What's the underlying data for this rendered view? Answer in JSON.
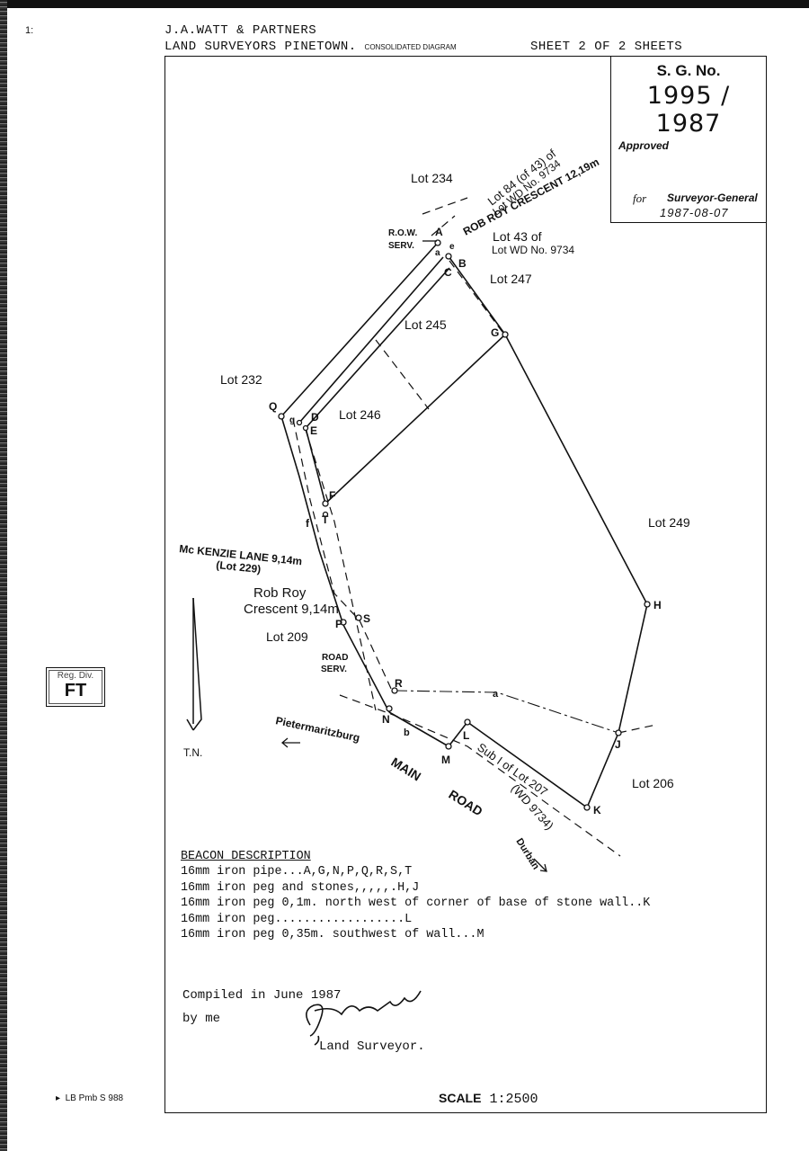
{
  "header": {
    "firm": "J.A.WATT & PARTNERS",
    "office": "LAND SURVEYORS  PINETOWN.",
    "diagram_type": "CONSOLIDATED DIAGRAM",
    "sheet": "SHEET 2 OF 2 SHEETS"
  },
  "sg_box": {
    "title": "S. G. No.",
    "number": "1995 / 1987",
    "approved": "Approved",
    "for": "for",
    "role": "Surveyor-General",
    "date": "1987-08-07"
  },
  "plan": {
    "lots": {
      "lot234": "Lot 234",
      "lot84": "Lot 84 (of 43) of",
      "lot84b": "Lot WD No. 9734",
      "crescent_top": "ROB ROY CRESCENT 12,19m",
      "lot43": "Lot 43 of",
      "lot43b": "Lot WD No. 9734",
      "lot247": "Lot 247",
      "lot245": "Lot 245",
      "lot232": "Lot 232",
      "lot246": "Lot 246",
      "lot249": "Lot 249",
      "lot209": "Lot 209",
      "lot206": "Lot 206",
      "mckenzie": "Mc KENZIE LANE 9,14m",
      "lot229": "(Lot 229)",
      "robroy1": "Rob Roy",
      "robroy2": "Crescent 9,14m",
      "row": "R.O.W.",
      "serv": "SERV.",
      "road": "ROAD",
      "road_serv": "SERV.",
      "pmb": "Pietermaritzburg",
      "main": "MAIN",
      "road_word": "ROAD",
      "sub": "Sub I of Lot 207",
      "wd": "(WD 9734)",
      "durban": "Durban",
      "tn": "T.N."
    },
    "beacons": [
      "A",
      "a",
      "B",
      "C",
      "G",
      "Q",
      "g",
      "D",
      "E",
      "F",
      "f",
      "T",
      "P",
      "S",
      "R",
      "a",
      "N",
      "b",
      "M",
      "L",
      "H",
      "J",
      "K"
    ]
  },
  "beacon_description": {
    "title": "BEACON DESCRIPTION",
    "lines": [
      "16mm iron pipe...A,G,N,P,Q,R,S,T",
      "16mm iron peg and stones,,,,,.H,J",
      "16mm iron peg 0,1m. north west of corner of base of stone wall..K",
      "16mm iron peg..................L",
      "16mm iron peg 0,35m. southwest of wall...M"
    ]
  },
  "compiled": {
    "line1": "Compiled in June 1987",
    "line2": "by me",
    "surveyor": "Land Surveyor."
  },
  "scale": {
    "label": "SCALE",
    "value": "1:2500"
  },
  "footer": {
    "ref": "LB Pmb S 988"
  },
  "reg_div": {
    "label": "Reg. Div.",
    "code": "FT"
  }
}
